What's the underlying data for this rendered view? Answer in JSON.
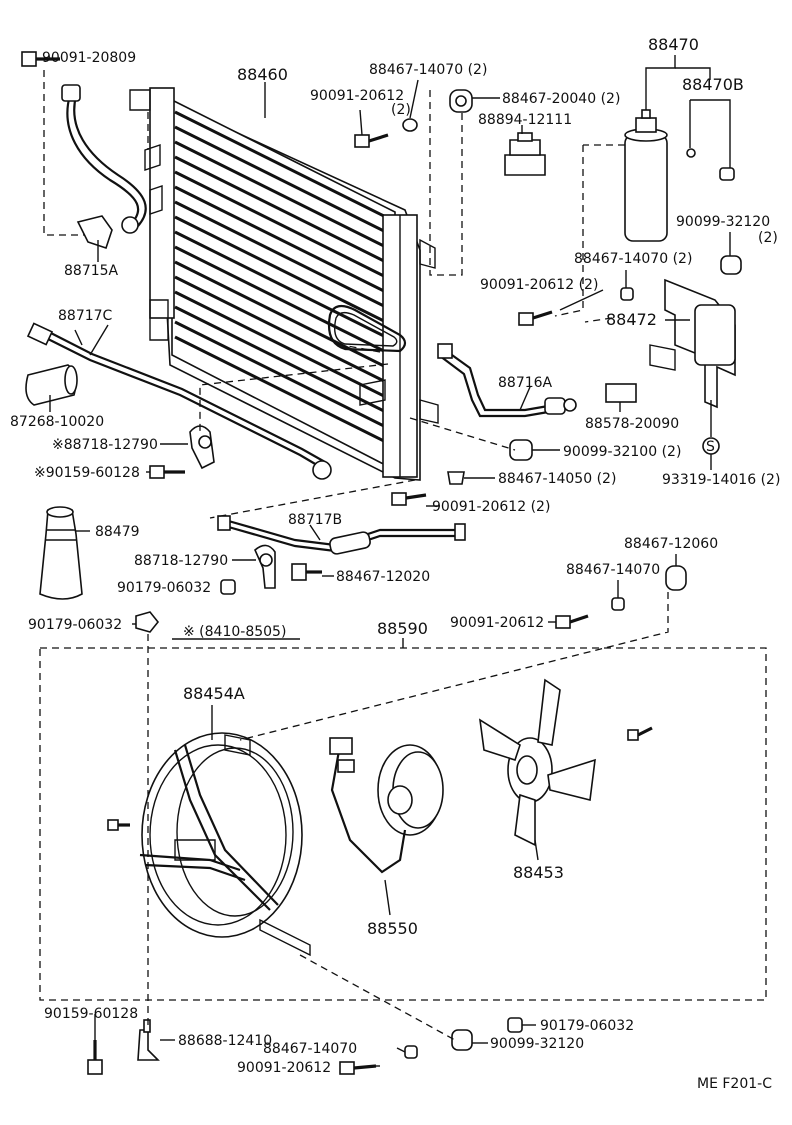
{
  "diagram": {
    "labels": {
      "l88460": "88460",
      "l90091_20809": "90091-20809",
      "l88715A": "88715A",
      "l88717C": "88717C",
      "l87268_10020": "87268-10020",
      "l88718_12790a": "※88718-12790",
      "l90159_60128a": "※90159-60128",
      "l88479": "88479",
      "l88717B": "88717B",
      "l88718_12790b": "88718-12790",
      "l90179_06032a": "90179-06032",
      "l88467_12020": "88467-12020",
      "l90179_06032b": "90179-06032",
      "l84_85": "※ (8410-8505)",
      "l88590": "88590",
      "l90091_20612a": "90091-20612",
      "l90091_20612a_qty": "(2)",
      "l88467_14070a": "88467-14070 (2)",
      "l88467_20040": "88467-20040 (2)",
      "l88894_12111": "88894-12111",
      "l88470": "88470",
      "l88470B": "88470B",
      "l90099_32120a": "90099-32120",
      "l90099_32120a_qty": "(2)",
      "l88467_14070b": "88467-14070 (2)",
      "l90091_20612b": "90091-20612 (2)",
      "l88472": "88472",
      "l88716A": "88716A",
      "l88578_20090": "88578-20090",
      "l90099_32100": "90099-32100 (2)",
      "l93319_14016": "93319-14016 (2)",
      "l88467_14050": "88467-14050 (2)",
      "l90091_20612c": "90091-20612 (2)",
      "l88467_12060": "88467-12060",
      "l88467_14070c": "88467-14070",
      "l90091_20612d": "90091-20612",
      "l88454A": "88454A",
      "l88550": "88550",
      "l88453": "88453",
      "l90159_60128b": "90159-60128",
      "l88688_12410": "88688-12410",
      "l88467_14070d": "88467-14070",
      "l90091_20612e": "90091-20612",
      "l90179_06032c": "90179-06032",
      "l90099_32120b": "90099-32120",
      "l_s": "S",
      "code": "ME F201-C"
    }
  }
}
